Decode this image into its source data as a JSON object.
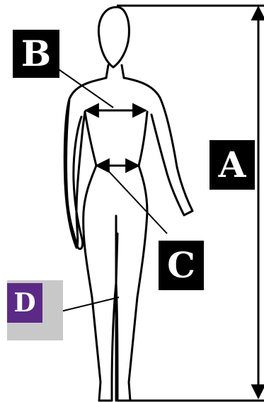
{
  "labels": {
    "a": "A",
    "b": "B",
    "c": "C",
    "d": "D"
  },
  "colors": {
    "outline": "#000000",
    "label_background": "#000000",
    "label_text": "#ffffff",
    "label_d_background": "#5b2a86",
    "label_d_frame": "#c8c8c8"
  }
}
